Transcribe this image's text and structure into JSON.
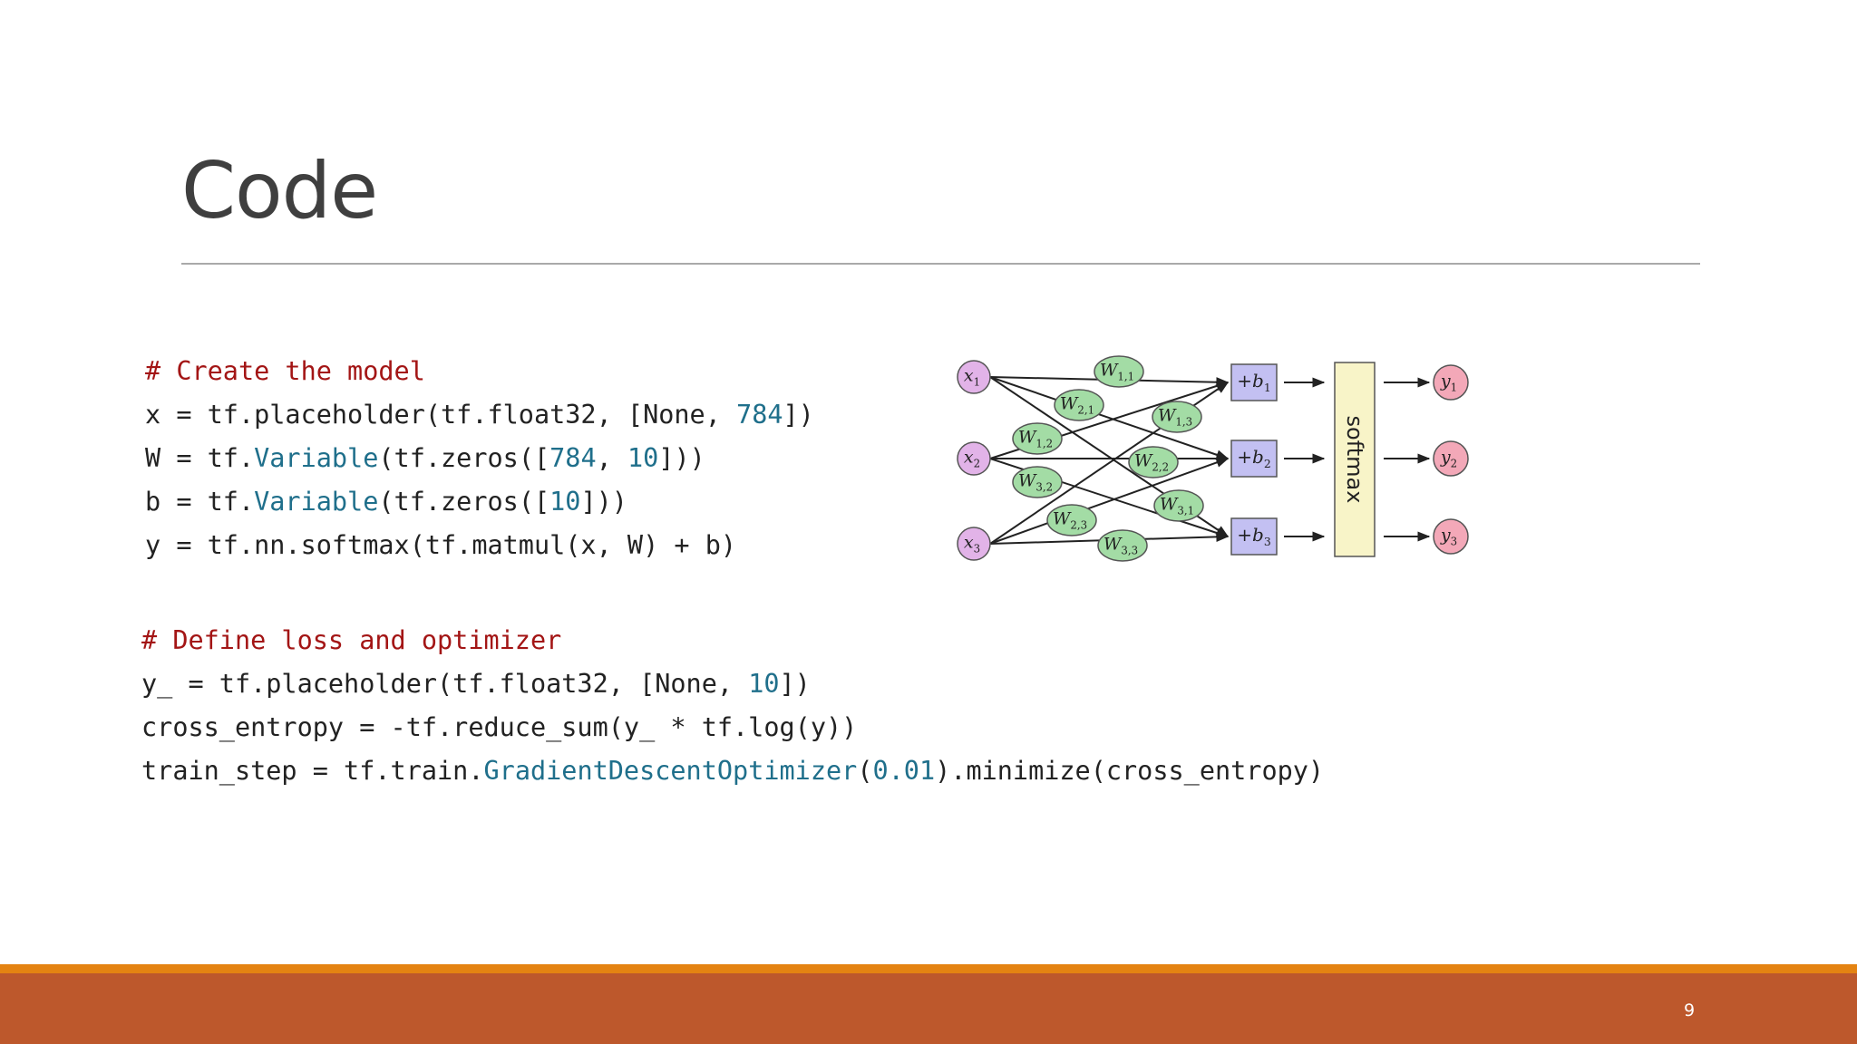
{
  "slide": {
    "title": "Code",
    "page_number": "9"
  },
  "code": {
    "block1": [
      [
        {
          "t": "# Create the model",
          "c": "comment"
        }
      ],
      [
        {
          "t": "x = tf.placeholder(tf.float32, [None, "
        },
        {
          "t": "784",
          "c": "num"
        },
        {
          "t": "])"
        }
      ],
      [
        {
          "t": "W = tf."
        },
        {
          "t": "Variable",
          "c": "cls"
        },
        {
          "t": "(tf.zeros(["
        },
        {
          "t": "784",
          "c": "num"
        },
        {
          "t": ", "
        },
        {
          "t": "10",
          "c": "num"
        },
        {
          "t": "]))"
        }
      ],
      [
        {
          "t": "b = tf."
        },
        {
          "t": "Variable",
          "c": "cls"
        },
        {
          "t": "(tf.zeros(["
        },
        {
          "t": "10",
          "c": "num"
        },
        {
          "t": "]))"
        }
      ],
      [
        {
          "t": "y = tf.nn.softmax(tf.matmul(x, W) + b)"
        }
      ]
    ],
    "block2": [
      [
        {
          "t": "# Define loss and optimizer",
          "c": "comment"
        }
      ],
      [
        {
          "t": "y_ = tf.placeholder(tf.float32, [None, "
        },
        {
          "t": "10",
          "c": "num"
        },
        {
          "t": "])"
        }
      ],
      [
        {
          "t": "cross_entropy = -tf.reduce_sum(y_ * tf.log(y))"
        }
      ],
      [
        {
          "t": "train_step = tf.train."
        },
        {
          "t": "GradientDescentOptimizer",
          "c": "cls"
        },
        {
          "t": "("
        },
        {
          "t": "0.01",
          "c": "num"
        },
        {
          "t": ").minimize(cross_entropy)"
        }
      ]
    ]
  },
  "diagram": {
    "inputs": [
      {
        "base": "x",
        "sub": "1"
      },
      {
        "base": "x",
        "sub": "2"
      },
      {
        "base": "x",
        "sub": "3"
      }
    ],
    "weights": [
      {
        "base": "W",
        "sub": "1,1"
      },
      {
        "base": "W",
        "sub": "2,1"
      },
      {
        "base": "W",
        "sub": "1,2"
      },
      {
        "base": "W",
        "sub": "3,2"
      },
      {
        "base": "W",
        "sub": "1,3"
      },
      {
        "base": "W",
        "sub": "2,2"
      },
      {
        "base": "W",
        "sub": "3,1"
      },
      {
        "base": "W",
        "sub": "2,3"
      },
      {
        "base": "W",
        "sub": "3,3"
      }
    ],
    "biases": [
      {
        "base": "+b",
        "sub": "1"
      },
      {
        "base": "+b",
        "sub": "2"
      },
      {
        "base": "+b",
        "sub": "3"
      }
    ],
    "softmax_label": "softmax",
    "outputs": [
      {
        "base": "y",
        "sub": "1"
      },
      {
        "base": "y",
        "sub": "2"
      },
      {
        "base": "y",
        "sub": "3"
      }
    ],
    "colors": {
      "input_fill": "#e2b3e8",
      "weight_fill": "#a3dca5",
      "bias_fill": "#c3c0f2",
      "softmax_fill": "#f8f4c8",
      "output_fill": "#f3a8b8"
    }
  },
  "theme": {
    "footer_color": "#bd582c",
    "footer_stripe_color": "#e48312"
  }
}
